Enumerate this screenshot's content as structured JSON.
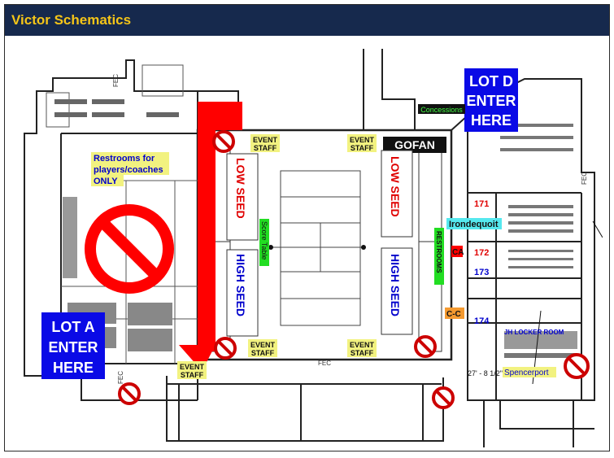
{
  "header": {
    "title": "Victor Schematics"
  },
  "labels": {
    "lot_d": [
      "LOT D",
      "ENTER",
      "HERE"
    ],
    "lot_a": [
      "LOT A",
      "ENTER",
      "HERE"
    ],
    "concessions": "Concessions",
    "restrooms_players": [
      "Restrooms for",
      "players/coaches",
      "ONLY"
    ],
    "event_staff": [
      "EVENT",
      "STAFF"
    ],
    "gofan": "GOFAN",
    "low_seed": "LOW SEED",
    "high_seed": "HIGH SEED",
    "score_table": "Score Table",
    "restrooms": "RESTROOMS",
    "irondequoit": "Irondequoit",
    "room_171": "171",
    "room_172": "172",
    "room_173": "173",
    "room_174": "174",
    "ca": "CA",
    "cc": "C-C",
    "jh_locker": "JH LOCKER ROOM",
    "spencerport": "Spencerport",
    "dimension": "27' - 8 1/2\"",
    "fec": "FEC"
  },
  "colors": {
    "title_bg": "#16294d",
    "title_text": "#f5c518",
    "lot_bg": "#0a0ae6",
    "red": "#ff0000",
    "yellow_label": "#f2f280",
    "green_label": "#22dd22",
    "cyan_label": "#55e8ee",
    "orange_label": "#f59a30"
  }
}
